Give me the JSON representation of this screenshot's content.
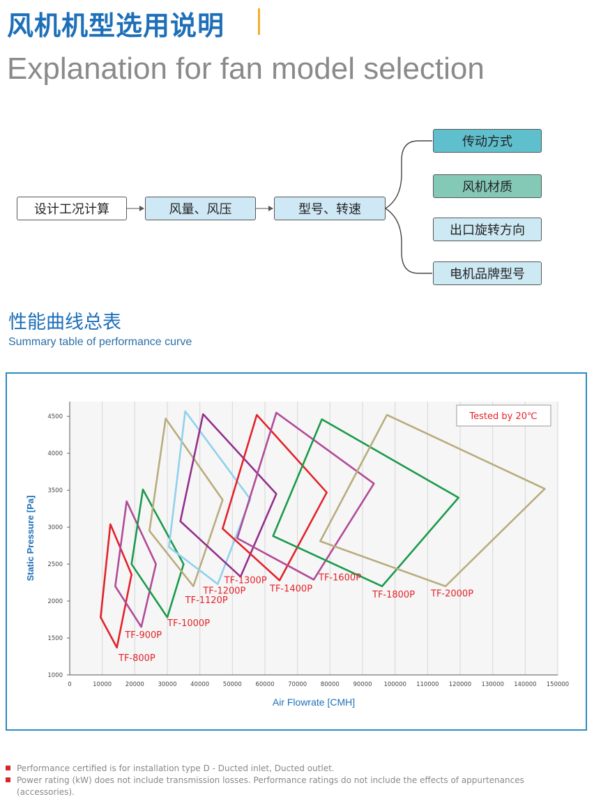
{
  "header": {
    "title_cn": "风机机型选用说明",
    "title_en": "Explanation for fan model selection"
  },
  "flow": {
    "steps": [
      "设计工况计算",
      "风量、风压",
      "型号、转速"
    ],
    "options": [
      "传动方式",
      "风机材质",
      "出口旋转方向",
      "电机品牌型号"
    ],
    "option_colors": [
      "#5fbfcd",
      "#84c9b5",
      "#cde9f4",
      "#cde9f4"
    ],
    "step_colors": [
      "#ffffff",
      "#cfe8f5",
      "#cfe8f5"
    ]
  },
  "section": {
    "title_cn": "性能曲线总表",
    "title_en": "Summary table of performance curve"
  },
  "chart_data": {
    "type": "area",
    "xlabel": "Air Flowrate  [CMH]",
    "ylabel": "Static Pressure [Pa]",
    "xlim": [
      0,
      150000
    ],
    "ylim": [
      1000,
      4700
    ],
    "xticks": [
      "0",
      "10000",
      "20000",
      "30000",
      "40000",
      "50000",
      "60000",
      "70000",
      "80000",
      "90000",
      "100000",
      "110000",
      "120000",
      "130000",
      "140000",
      "150000"
    ],
    "yticks": [
      "1000",
      "1500",
      "2000",
      "2500",
      "3000",
      "3500",
      "4000",
      "4500"
    ],
    "annotation": "Tested  by 20℃",
    "grid": "vertical",
    "series": [
      {
        "name": "TF-800P",
        "color": "#e2222a",
        "points": [
          [
            9500,
            1780
          ],
          [
            12500,
            3040
          ],
          [
            19000,
            2360
          ],
          [
            14500,
            1370
          ]
        ]
      },
      {
        "name": "TF-900P",
        "color": "#b14a98",
        "points": [
          [
            14000,
            2200
          ],
          [
            17500,
            3350
          ],
          [
            26500,
            2500
          ],
          [
            22000,
            1650
          ]
        ]
      },
      {
        "name": "TF-1000P",
        "color": "#1a9a4a",
        "points": [
          [
            19000,
            2500
          ],
          [
            22500,
            3510
          ],
          [
            35000,
            2500
          ],
          [
            30000,
            1780
          ]
        ]
      },
      {
        "name": "TF-1120P",
        "color": "#b8ac7c",
        "points": [
          [
            24500,
            2950
          ],
          [
            29500,
            4470
          ],
          [
            47000,
            3370
          ],
          [
            38000,
            2200
          ]
        ]
      },
      {
        "name": "TF-1200P",
        "color": "#8fd1ec",
        "points": [
          [
            30500,
            2730
          ],
          [
            35500,
            4570
          ],
          [
            55500,
            3380
          ],
          [
            45500,
            2230
          ]
        ]
      },
      {
        "name": "TF-1300P",
        "color": "#932f8c",
        "points": [
          [
            34000,
            3080
          ],
          [
            41000,
            4530
          ],
          [
            63500,
            3450
          ],
          [
            52500,
            2330
          ]
        ]
      },
      {
        "name": "TF-1400P",
        "color": "#e2222a",
        "points": [
          [
            47000,
            2980
          ],
          [
            57500,
            4520
          ],
          [
            79000,
            3470
          ],
          [
            64500,
            2280
          ]
        ]
      },
      {
        "name": "TF-1600P",
        "color": "#b14a98",
        "points": [
          [
            51500,
            2850
          ],
          [
            63500,
            4550
          ],
          [
            93500,
            3590
          ],
          [
            75000,
            2290
          ]
        ]
      },
      {
        "name": "TF-1800P",
        "color": "#1a9a4a",
        "points": [
          [
            62500,
            2880
          ],
          [
            77500,
            4460
          ],
          [
            119500,
            3400
          ],
          [
            96000,
            2200
          ]
        ]
      },
      {
        "name": "TF-2000P",
        "color": "#b8ac7c",
        "points": [
          [
            77000,
            2810
          ],
          [
            97500,
            4520
          ],
          [
            146000,
            3520
          ],
          [
            115500,
            2200
          ]
        ]
      }
    ],
    "labels": [
      {
        "text": "TF-800P",
        "x": 15000,
        "y": 1190
      },
      {
        "text": "TF-900P",
        "x": 17000,
        "y": 1500
      },
      {
        "text": "TF-1000P",
        "x": 30000,
        "y": 1660
      },
      {
        "text": "TF-1120P",
        "x": 35500,
        "y": 1970
      },
      {
        "text": "TF-1200P",
        "x": 41000,
        "y": 2100
      },
      {
        "text": "TF-1300P",
        "x": 47500,
        "y": 2240
      },
      {
        "text": "TF-1400P",
        "x": 61500,
        "y": 2130
      },
      {
        "text": "TF-1600P",
        "x": 76500,
        "y": 2280
      },
      {
        "text": "TF-1800P",
        "x": 93000,
        "y": 2050
      },
      {
        "text": "TF-2000P",
        "x": 111000,
        "y": 2060
      }
    ]
  },
  "footnotes": [
    "Performance certified is for installation type D - Ducted inlet, Ducted outlet.",
    "Power rating (kW) does not include transmission losses. Performance ratings do not include the effects of appurtenances (accessories)."
  ]
}
